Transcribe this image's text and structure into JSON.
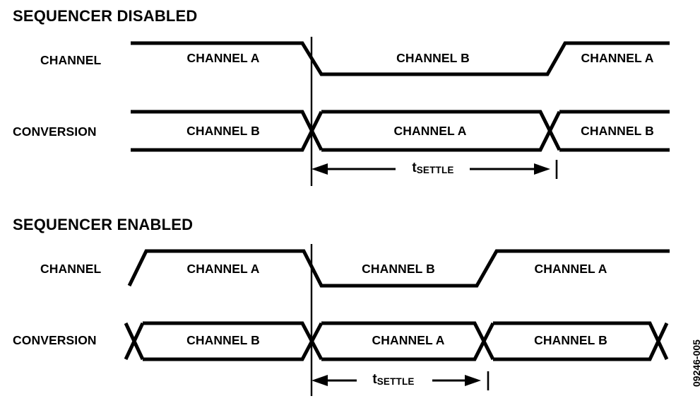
{
  "figure": {
    "doc_id": "09246-005",
    "stroke_color": "#000000",
    "background_color": "#ffffff"
  },
  "sections": [
    {
      "title": "SEQUENCER DISABLED",
      "rows": [
        {
          "label": "CHANNEL",
          "type": "single-line",
          "segments": [
            {
              "text": "CHANNEL A",
              "level": "high"
            },
            {
              "text": "CHANNEL B",
              "level": "low"
            },
            {
              "text": "CHANNEL A",
              "level": "high"
            }
          ]
        },
        {
          "label": "CONVERSION",
          "type": "bus",
          "segments": [
            {
              "text": "CHANNEL B"
            },
            {
              "text": "CHANNEL A"
            },
            {
              "text": "CHANNEL B"
            }
          ]
        }
      ],
      "timing": {
        "symbol": "t",
        "subscript": "SETTLE"
      }
    },
    {
      "title": "SEQUENCER ENABLED",
      "rows": [
        {
          "label": "CHANNEL",
          "type": "single-line",
          "segments": [
            {
              "text": "CHANNEL A",
              "level": "high"
            },
            {
              "text": "CHANNEL B",
              "level": "low"
            },
            {
              "text": "CHANNEL A",
              "level": "high"
            }
          ]
        },
        {
          "label": "CONVERSION",
          "type": "bus",
          "segments": [
            {
              "text": "CHANNEL B"
            },
            {
              "text": "CHANNEL A"
            },
            {
              "text": "CHANNEL B"
            }
          ]
        }
      ],
      "timing": {
        "symbol": "t",
        "subscript": "SETTLE"
      }
    }
  ],
  "labels": {
    "title_disabled": "SEQUENCER DISABLED",
    "title_enabled": "SEQUENCER ENABLED",
    "channel": "CHANNEL",
    "conversion": "CONVERSION",
    "channel_a": "CHANNEL A",
    "channel_b": "CHANNEL B",
    "tsettle_symbol": "t",
    "tsettle_sub": "SETTLE",
    "doc_id": "09246-005"
  }
}
